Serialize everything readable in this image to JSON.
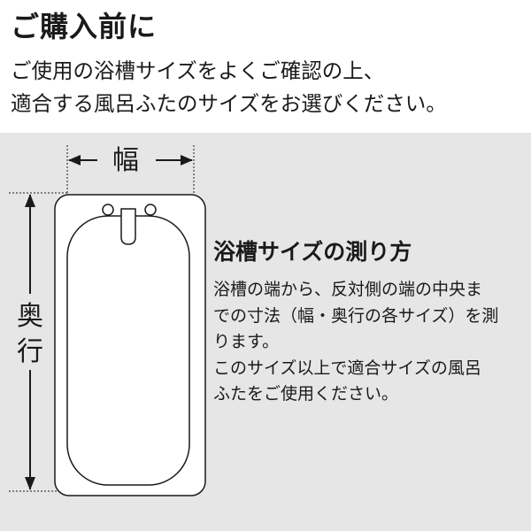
{
  "header": {
    "title": "ご購入前に",
    "intro_lines": [
      "ご使用の浴槽サイズをよくご確認の上、",
      "適合する風呂ふたのサイズをお選びください。"
    ]
  },
  "diagram": {
    "width_label": "幅",
    "depth_label_lines": [
      "奥",
      "行"
    ]
  },
  "measure": {
    "title": "浴槽サイズの測り方",
    "body_lines": [
      "浴槽の端から、反対側の端の中央ま",
      "での寸法（幅・奥行の各サイズ）を測",
      "ります。",
      "このサイズ以上で適合サイズの風呂",
      "ふたをご使用ください。"
    ]
  },
  "colors": {
    "panel_background": "#e6e6e6",
    "text": "#1a1a1a",
    "line": "#1a1a1a"
  }
}
